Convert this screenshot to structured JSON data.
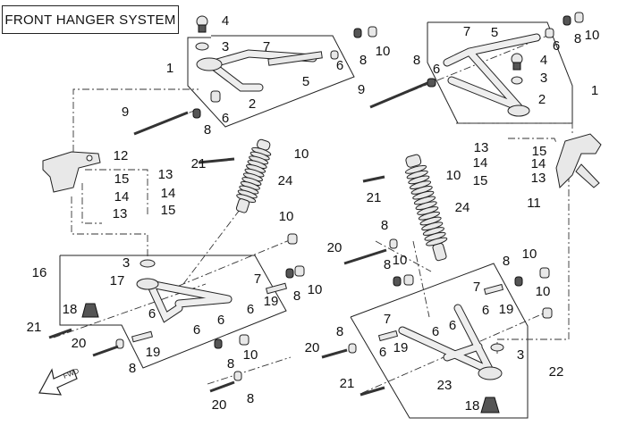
{
  "title": "FRONT HANGER SYSTEM",
  "fwd_logo_text": "FWD",
  "callouts": [
    "4",
    "3",
    "7",
    "1",
    "6",
    "5",
    "2",
    "6",
    "8",
    "9",
    "8",
    "10",
    "9",
    "7",
    "5",
    "6",
    "8",
    "10",
    "6",
    "8",
    "4",
    "3",
    "2",
    "1",
    "12",
    "15",
    "13",
    "14",
    "14",
    "13",
    "15",
    "21",
    "10",
    "24",
    "13",
    "15",
    "14",
    "14",
    "15",
    "13",
    "11",
    "10",
    "21",
    "24",
    "10",
    "3",
    "16",
    "17",
    "18",
    "6",
    "6",
    "6",
    "6",
    "19",
    "7",
    "8",
    "10",
    "21",
    "20",
    "19",
    "8",
    "8",
    "10",
    "20",
    "8",
    "8",
    "20",
    "8",
    "10",
    "8",
    "10",
    "10",
    "7",
    "6",
    "19",
    "7",
    "6",
    "6",
    "6",
    "19",
    "8",
    "20",
    "3",
    "22",
    "21",
    "23",
    "18"
  ]
}
